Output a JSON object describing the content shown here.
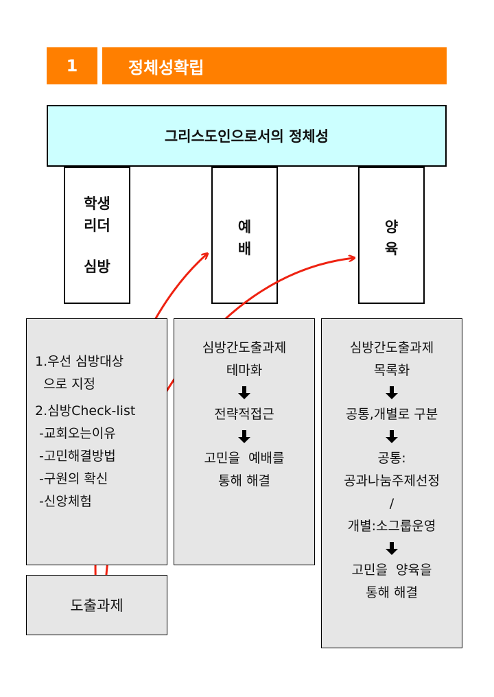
{
  "header": {
    "number": "1",
    "title": "정체성확립"
  },
  "banner": {
    "label": "그리스도인으로서의 정체성"
  },
  "pillars": {
    "left": [
      "학생",
      "리더",
      "",
      "심방"
    ],
    "middle": [
      "예",
      "배"
    ],
    "right": [
      "양",
      "육"
    ]
  },
  "left_box": {
    "lines": [
      "1.우선 심방대상",
      "  으로 지정",
      "2.심방Check-list",
      " -교회오는이유",
      " -고민해결방법",
      " -구원의 확신",
      " -신앙체험"
    ]
  },
  "bottom_box": {
    "label": "도출과제"
  },
  "middle_box": {
    "groups": [
      [
        "심방간도출과제",
        "테마화"
      ],
      [
        "전략적접근"
      ],
      [
        "고민을 예배를",
        "통해 해결"
      ]
    ]
  },
  "right_box": {
    "groups": [
      [
        "심방간도출과제",
        "목록화"
      ],
      [
        "공통,개별로 구분"
      ],
      [
        "공통:",
        "공과나눔주제선정",
        "/",
        "개별:소그룹운영"
      ],
      [
        "고민을 양육을",
        "통해 해결"
      ]
    ]
  },
  "colors": {
    "header": "#ff7f00",
    "banner": "#ccffff",
    "box": "#e6e6e6",
    "arrow": "#ee2211"
  }
}
